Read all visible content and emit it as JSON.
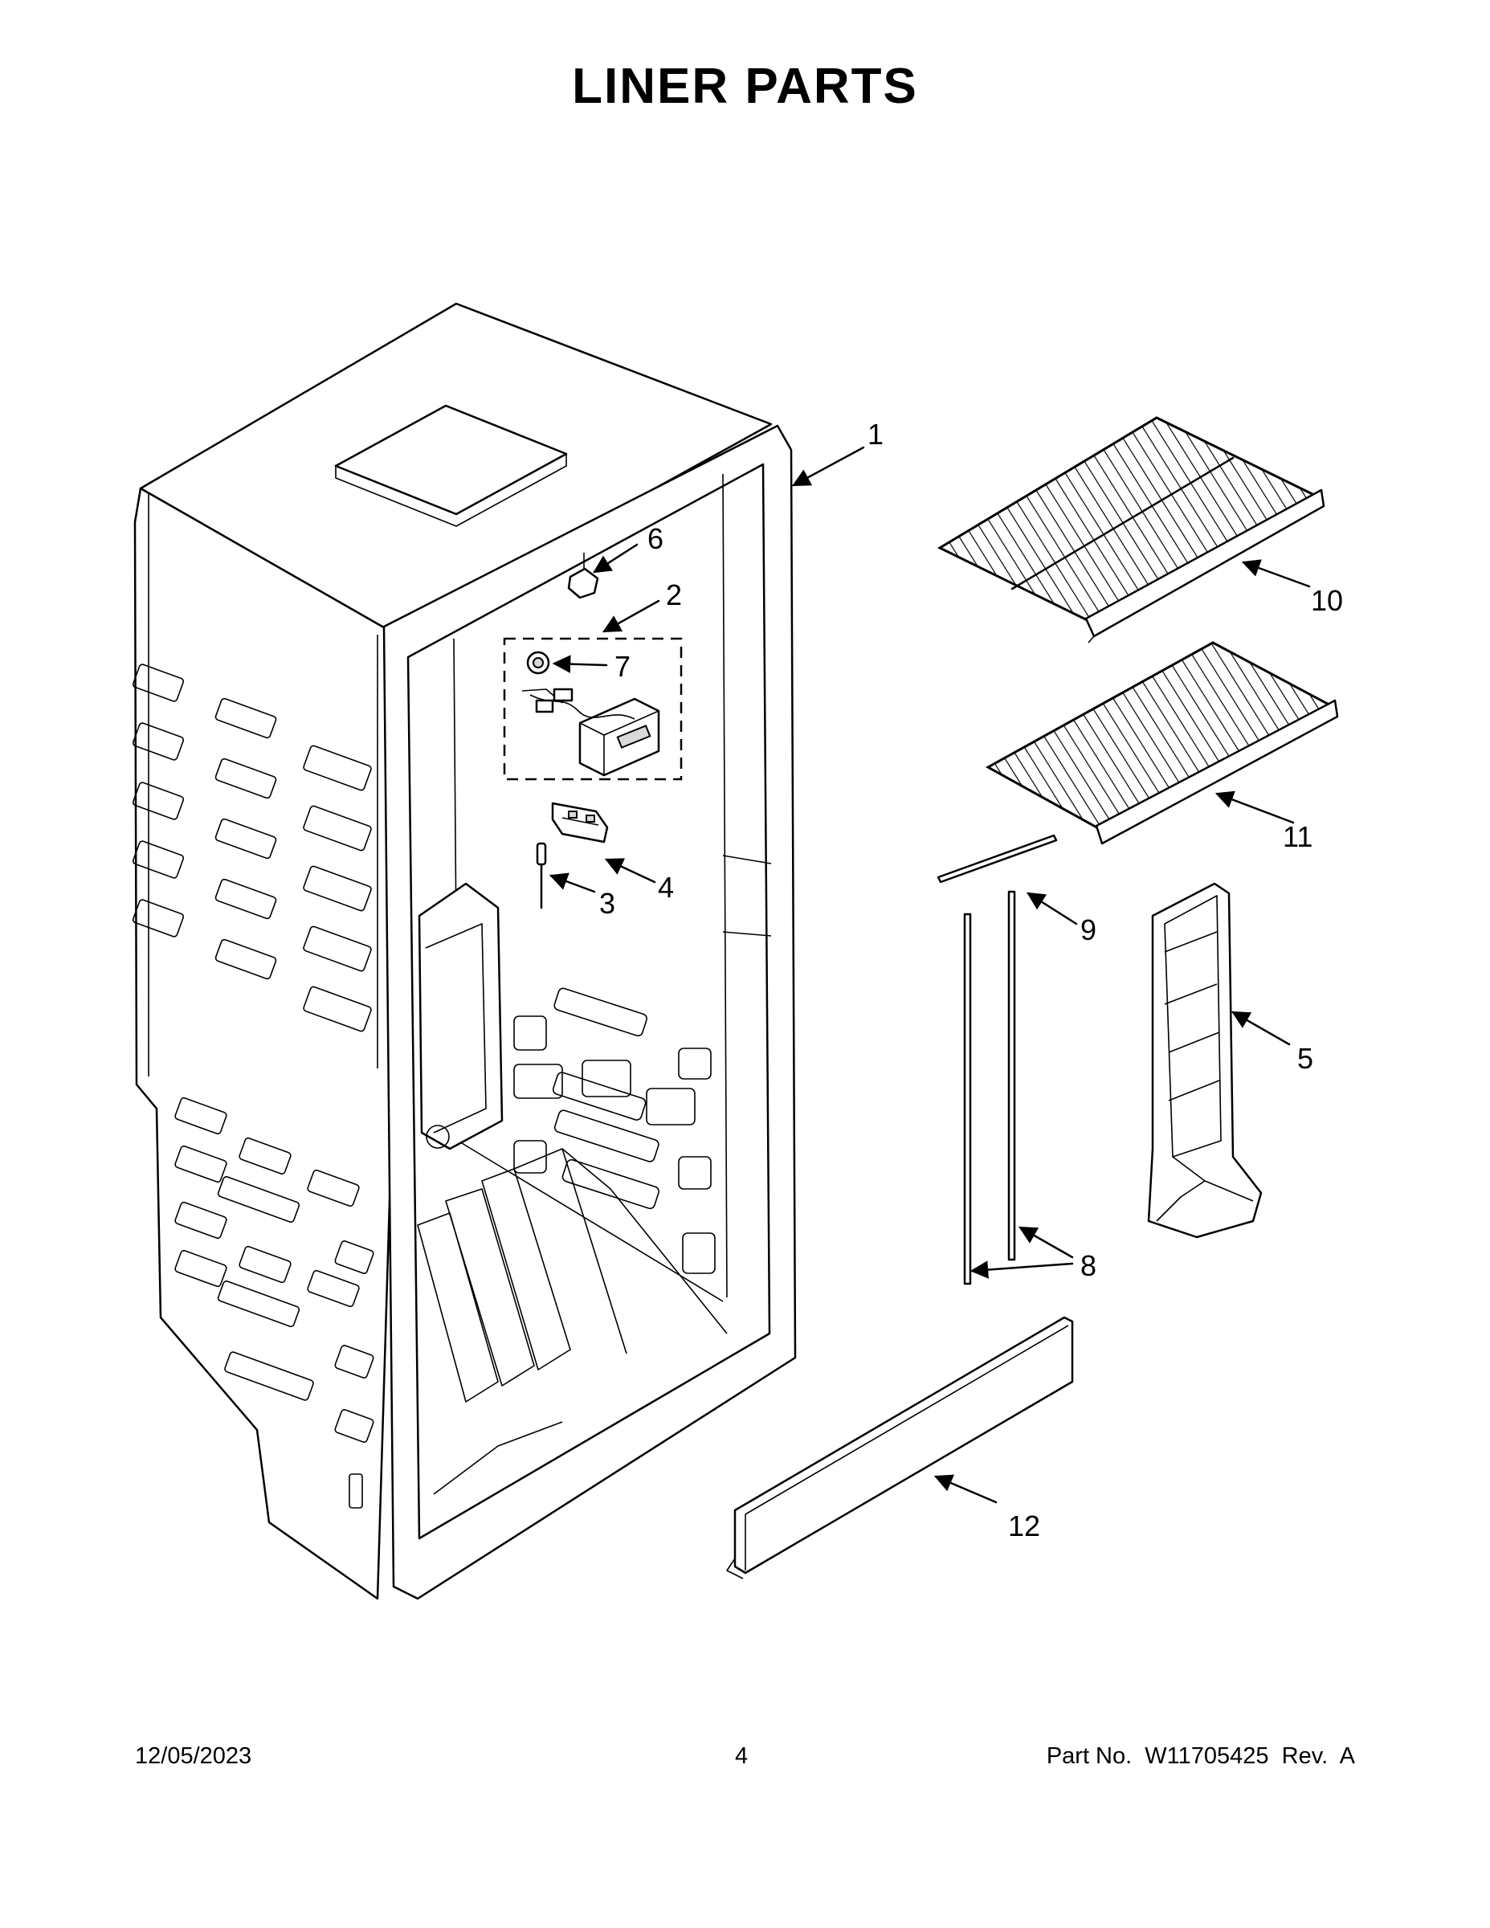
{
  "title": "LINER PARTS",
  "callouts": [
    "1",
    "2",
    "3",
    "4",
    "5",
    "6",
    "7",
    "8",
    "9",
    "10",
    "11",
    "12"
  ],
  "footer": {
    "date": "12/05/2023",
    "page": "4",
    "part_no": "Part No.  W11705425  Rev.  A"
  }
}
